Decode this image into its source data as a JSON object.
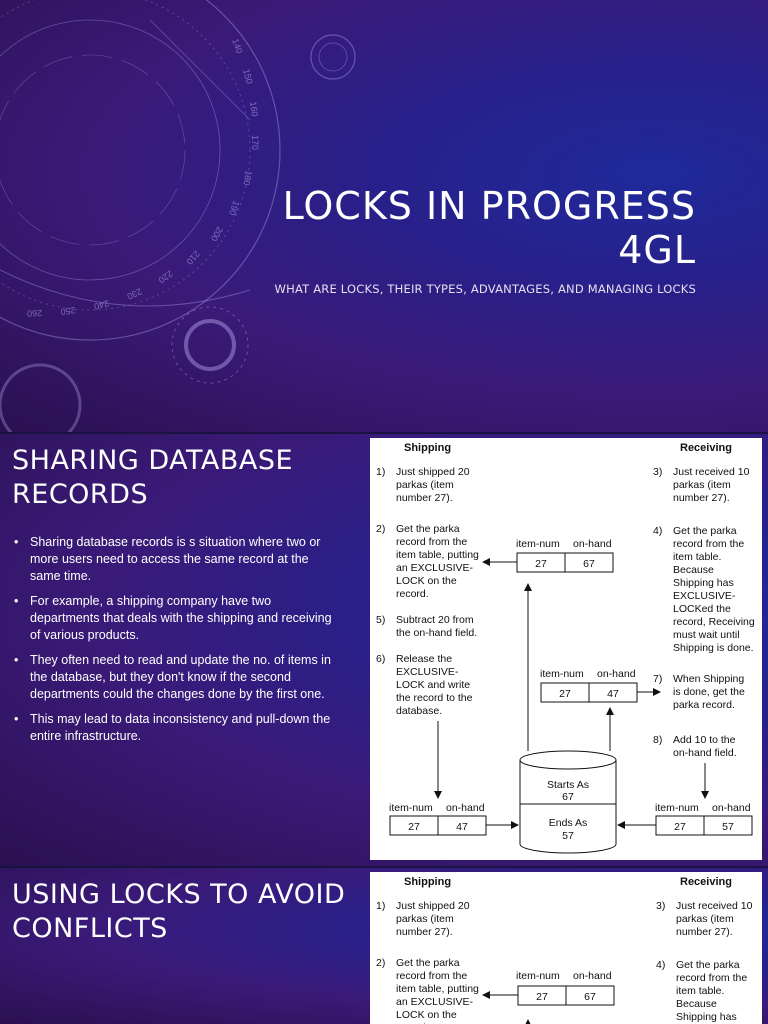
{
  "slide1": {
    "title_line1": "LOCKS IN PROGRESS",
    "title_line2": "4GL",
    "subtitle": "WHAT ARE LOCKS, THEIR TYPES, ADVANTAGES, AND MANAGING LOCKS",
    "dial_numbers": [
      "140",
      "150",
      "160",
      "170",
      "180",
      "190",
      "200",
      "210",
      "220",
      "230",
      "240",
      "250",
      "260"
    ]
  },
  "slide2": {
    "title_line1": "SHARING DATABASE",
    "title_line2": "RECORDS",
    "bullets": [
      "Sharing database records is s situation where two or more users need to access the same record at the same time.",
      "For example, a shipping company have two departments that deals with the shipping and receiving of various products.",
      "They often need to read and update the no. of items in the database, but they don't know if the second departments could the changes done by the first one.",
      "This may lead to data inconsistency and pull-down the entire infrastructure."
    ]
  },
  "slide3": {
    "title_line1": "USING LOCKS TO AVOID",
    "title_line2": "CONFLICTS"
  },
  "diagram": {
    "shipping_header": "Shipping",
    "receiving_header": "Receiving",
    "s1_num": "1)",
    "s1": [
      "Just shipped 20",
      "parkas (item",
      "number 27)."
    ],
    "s2_num": "2)",
    "s2": [
      "Get the parka",
      "record from the",
      "item table, putting",
      "an EXCLUSIVE-",
      "LOCK on the",
      "record."
    ],
    "s5_num": "5)",
    "s5": [
      "Subtract 20 from",
      "the on-hand field."
    ],
    "s6_num": "6)",
    "s6": [
      "Release the",
      "EXCLUSIVE-",
      "LOCK and write",
      "the record to the",
      "database."
    ],
    "r3_num": "3)",
    "r3": [
      "Just received 10",
      "parkas (item",
      "number 27)."
    ],
    "r4_num": "4)",
    "r4": [
      "Get the parka",
      "record from the",
      "item table.",
      "Because",
      "Shipping has",
      "EXCLUSIVE-",
      "LOCKed the",
      "record, Receiving",
      "must wait until",
      "Shipping is done."
    ],
    "r7_num": "7)",
    "r7": [
      "When Shipping",
      "is done, get the",
      "parka record."
    ],
    "r8_num": "8)",
    "r8": [
      "Add 10 to the",
      "on-hand field."
    ],
    "col_item": "item-num",
    "col_onhand": "on-hand",
    "rec1": [
      "27",
      "67"
    ],
    "rec2": [
      "27",
      "47"
    ],
    "rec_left": [
      "27",
      "47"
    ],
    "rec_right": [
      "27",
      "57"
    ],
    "db_starts_label": "Starts As",
    "db_starts_value": "67",
    "db_ends_label": "Ends As",
    "db_ends_value": "57"
  }
}
